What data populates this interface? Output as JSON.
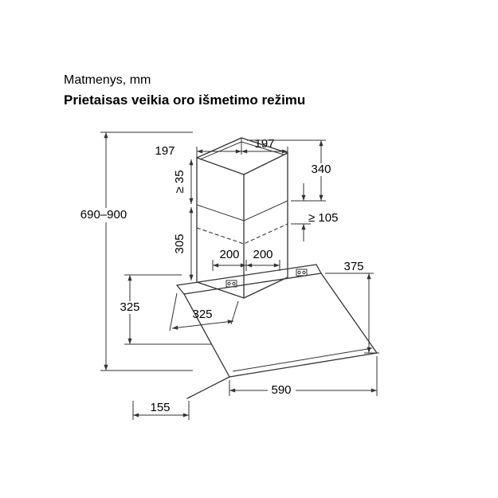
{
  "header": {
    "line1": "Matmenys, mm",
    "line2": "Prietaisas veikia oro išmetimo režimu"
  },
  "diagram": {
    "type": "technical-drawing",
    "subject": "wall-mounted cooker hood, exhaust-air mode dimensions",
    "unit": "mm",
    "colors": {
      "line": "#333333",
      "text": "#000000",
      "background": "#ffffff"
    },
    "dims": {
      "top_depth": "197",
      "top_width": "197",
      "upper_duct": "340",
      "min_gap": "≥ 35",
      "total_height": "690–900",
      "lower_duct": "305",
      "overlap": "≥ 105",
      "spacing_a": "200",
      "spacing_b": "200",
      "front_height": "375",
      "body_height": "325",
      "body_top_depth": "325",
      "width": "590",
      "rear_depth": "155"
    }
  }
}
